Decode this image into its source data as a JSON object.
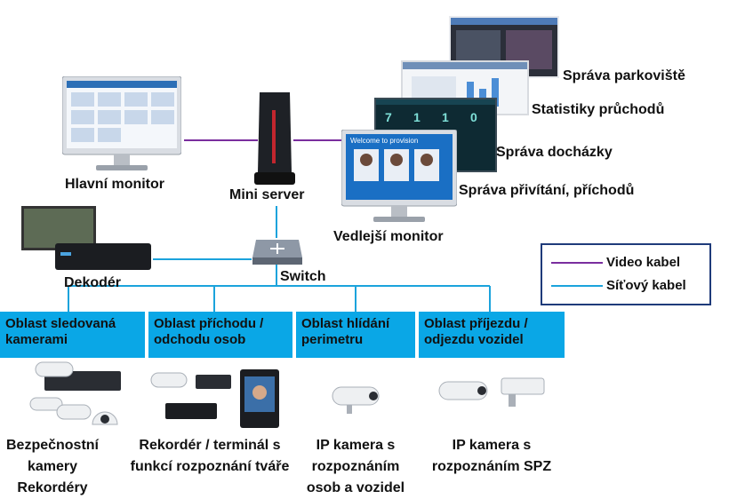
{
  "colors": {
    "video_cable": "#7a2e9e",
    "network_cable": "#1ba3dc",
    "zone_bg": "#0aa7e6",
    "legend_border": "#1f3b7a"
  },
  "devices": {
    "main_monitor": "Hlavní monitor",
    "mini_server": "Mini server",
    "secondary_monitor": "Vedlejší monitor",
    "decoder": "Dekodér",
    "switch": "Switch"
  },
  "screens": [
    "Správa parkoviště",
    "Statistiky průchodů",
    "Správa docházky",
    "Správa přivítání, příchodů"
  ],
  "screen_text": {
    "welcome": "Welcome to provision",
    "counts": [
      "7",
      "1",
      "1",
      "0"
    ]
  },
  "legend": {
    "video": "Video kabel",
    "network": "Síťový kabel"
  },
  "zones": [
    {
      "title": "Oblast sledovaná kamerami",
      "caption": "Bezpečnostní kamery Rekordéry"
    },
    {
      "title": "Oblast příchodu / odchodu osob",
      "caption": "Rekordér / terminál s funkcí rozpoznání tváře"
    },
    {
      "title": "Oblast hlídání perimetru",
      "caption": "IP kamera s rozpoznáním osob a vozidel"
    },
    {
      "title": "Oblast příjezdu / odjezdu vozidel",
      "caption": "IP kamera s rozpoznáním SPZ"
    }
  ]
}
